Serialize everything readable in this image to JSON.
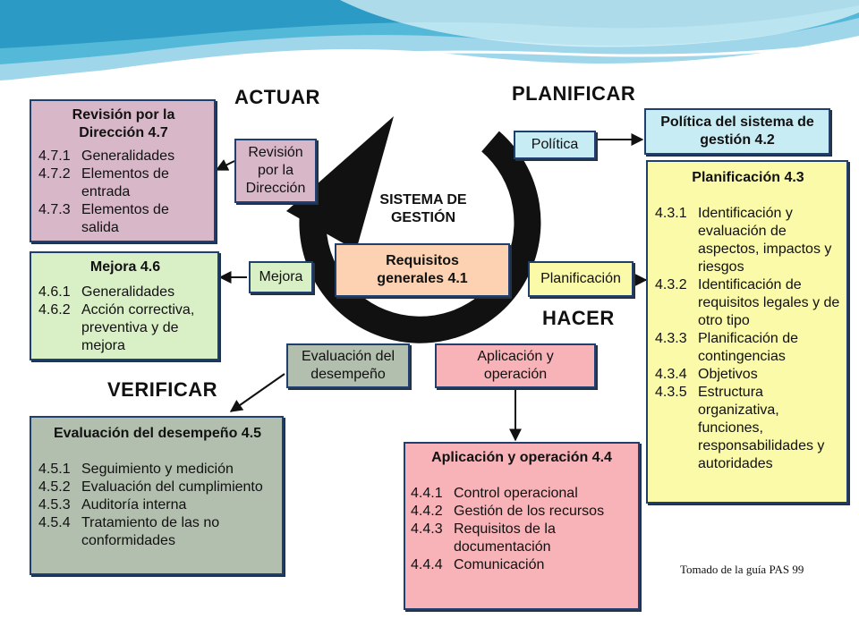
{
  "phases": {
    "actuar": "ACTUAR",
    "planificar": "PLANIFICAR",
    "hacer": "HACER",
    "verificar": "VERIFICAR"
  },
  "center": {
    "line1": "SISTEMA DE",
    "line2": "GESTIÓN"
  },
  "requisitos": {
    "line1": "Requisitos",
    "line2": "generales 4.1"
  },
  "revision": {
    "title1": "Revisión por la",
    "title2": "Dirección 4.7",
    "items": [
      {
        "num": "4.7.1",
        "text": "Generalidades"
      },
      {
        "num": "4.7.2",
        "text": "Elementos de entrada"
      },
      {
        "num": "4.7.3",
        "text": "Elementos de salida"
      }
    ]
  },
  "revision_label": {
    "line1": "Revisión",
    "line2": "por la",
    "line3": "Dirección"
  },
  "mejora": {
    "title": "Mejora 4.6",
    "items": [
      {
        "num": "4.6.1",
        "text": "Generalidades"
      },
      {
        "num": "4.6.2",
        "text": "Acción correctiva, preventiva y de mejora"
      }
    ]
  },
  "mejora_label": "Mejora",
  "politica_label": "Política",
  "politica": {
    "line1": "Política del sistema de",
    "line2": "gestión 4.2"
  },
  "planificacion": {
    "title": "Planificación 4.3",
    "items": [
      {
        "num": "4.3.1",
        "text": "Identificación y evaluación de aspectos, impactos y riesgos"
      },
      {
        "num": "4.3.2",
        "text": "Identificación de requisitos legales y de otro tipo"
      },
      {
        "num": "4.3.3",
        "text": "Planificación de contingencias"
      },
      {
        "num": "4.3.4",
        "text": "Objetivos"
      },
      {
        "num": "4.3.5",
        "text": "Estructura organizativa, funciones, responsabilidades y autoridades"
      }
    ]
  },
  "planificacion_label": "Planificación",
  "evaluacion_label": {
    "line1": "Evaluación del",
    "line2": "desempeño"
  },
  "aplicacion_label": {
    "line1": "Aplicación y",
    "line2": "operación"
  },
  "evaluacion": {
    "title": "Evaluación del desempeño 4.5",
    "items": [
      {
        "num": "4.5.1",
        "text": "Seguimiento y medición"
      },
      {
        "num": "4.5.2",
        "text": "Evaluación del cumplimiento"
      },
      {
        "num": "4.5.3",
        "text": "Auditoría interna"
      },
      {
        "num": "4.5.4",
        "text": "Tratamiento de las no conformidades"
      }
    ]
  },
  "aplicacion": {
    "title": "Aplicación y operación 4.4",
    "items": [
      {
        "num": "4.4.1",
        "text": "Control operacional"
      },
      {
        "num": "4.4.2",
        "text": "Gestión de los recursos"
      },
      {
        "num": "4.4.3",
        "text": "Requisitos de la documentación"
      },
      {
        "num": "4.4.4",
        "text": "Comunicación"
      }
    ]
  },
  "credit": "Tomado de la guía PAS 99",
  "colors": {
    "revision": "#d8b7c9",
    "mejora": "#d9efc6",
    "politica": "#c8ecf4",
    "planificacion": "#fbfaa8",
    "evaluacion": "#b3bfae",
    "aplicacion": "#f8b3b8",
    "requisitos": "#fcd2b2",
    "border": "#1f3f6e"
  }
}
